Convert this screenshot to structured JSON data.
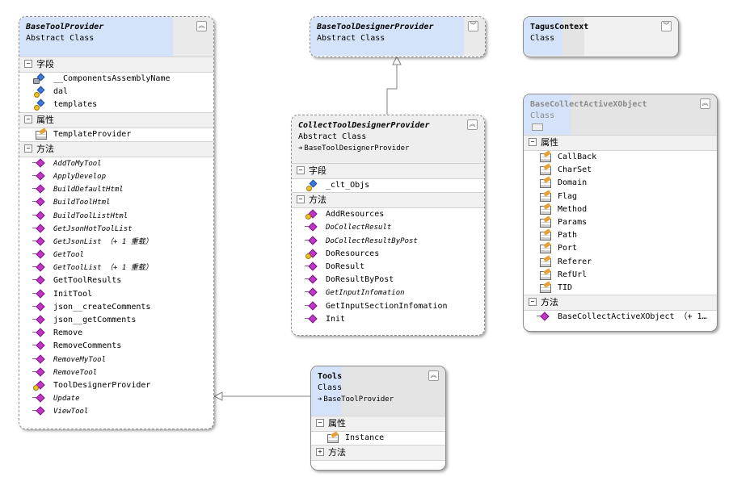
{
  "section_labels": {
    "fields": "字段",
    "properties": "属性",
    "methods": "方法"
  },
  "classes": {
    "base_tool_provider": {
      "name": "BaseToolProvider",
      "kind": "Abstract Class",
      "fields": [
        "__ComponentsAssemblyName",
        "dal",
        "templates"
      ],
      "properties": [
        "TemplateProvider"
      ],
      "methods": [
        "AddToMyTool",
        "ApplyDevelop",
        "BuildDefaultHtml",
        "BuildToolHtml",
        "BuildToolListHtml",
        "GetJsonHotToolList",
        "GetJsonList （+ 1 重载）",
        "GetTool",
        "GetToolList （+ 1 重载）",
        "GetToolResults",
        "InitTool",
        "json__createComments",
        "json__getComments",
        "Remove",
        "RemoveComments",
        "RemoveMyTool",
        "RemoveTool",
        "ToolDesignerProvider",
        "Update",
        "ViewTool"
      ]
    },
    "base_tool_designer_provider": {
      "name": "BaseToolDesignerProvider",
      "kind": "Abstract Class"
    },
    "tagus_context": {
      "name": "TagusContext",
      "kind": "Class"
    },
    "collect_tool_designer_provider": {
      "name": "CollectToolDesignerProvider",
      "kind": "Abstract Class",
      "base": "BaseToolDesignerProvider",
      "fields": [
        "_clt_Objs"
      ],
      "methods": [
        "AddResources",
        "DoCollectResult",
        "DoCollectResultByPost",
        "DoResources",
        "DoResult",
        "DoResultByPost",
        "GetInputInfomation",
        "GetInputSectionInfomation",
        "Init"
      ]
    },
    "base_collect_activex_object": {
      "name": "BaseCollectActiveXObject",
      "kind": "Class",
      "properties": [
        "CallBack",
        "CharSet",
        "Domain",
        "Flag",
        "Method",
        "Params",
        "Path",
        "Port",
        "Referer",
        "RefUrl",
        "TID"
      ],
      "methods": [
        "BaseCollectActiveXObject （+ 1…"
      ]
    },
    "tools": {
      "name": "Tools",
      "kind": "Class",
      "base": "BaseToolProvider",
      "properties": [
        "Instance"
      ]
    }
  },
  "icons": {
    "collapse": "double-chevron-up-icon",
    "expand": "double-chevron-down-icon"
  }
}
